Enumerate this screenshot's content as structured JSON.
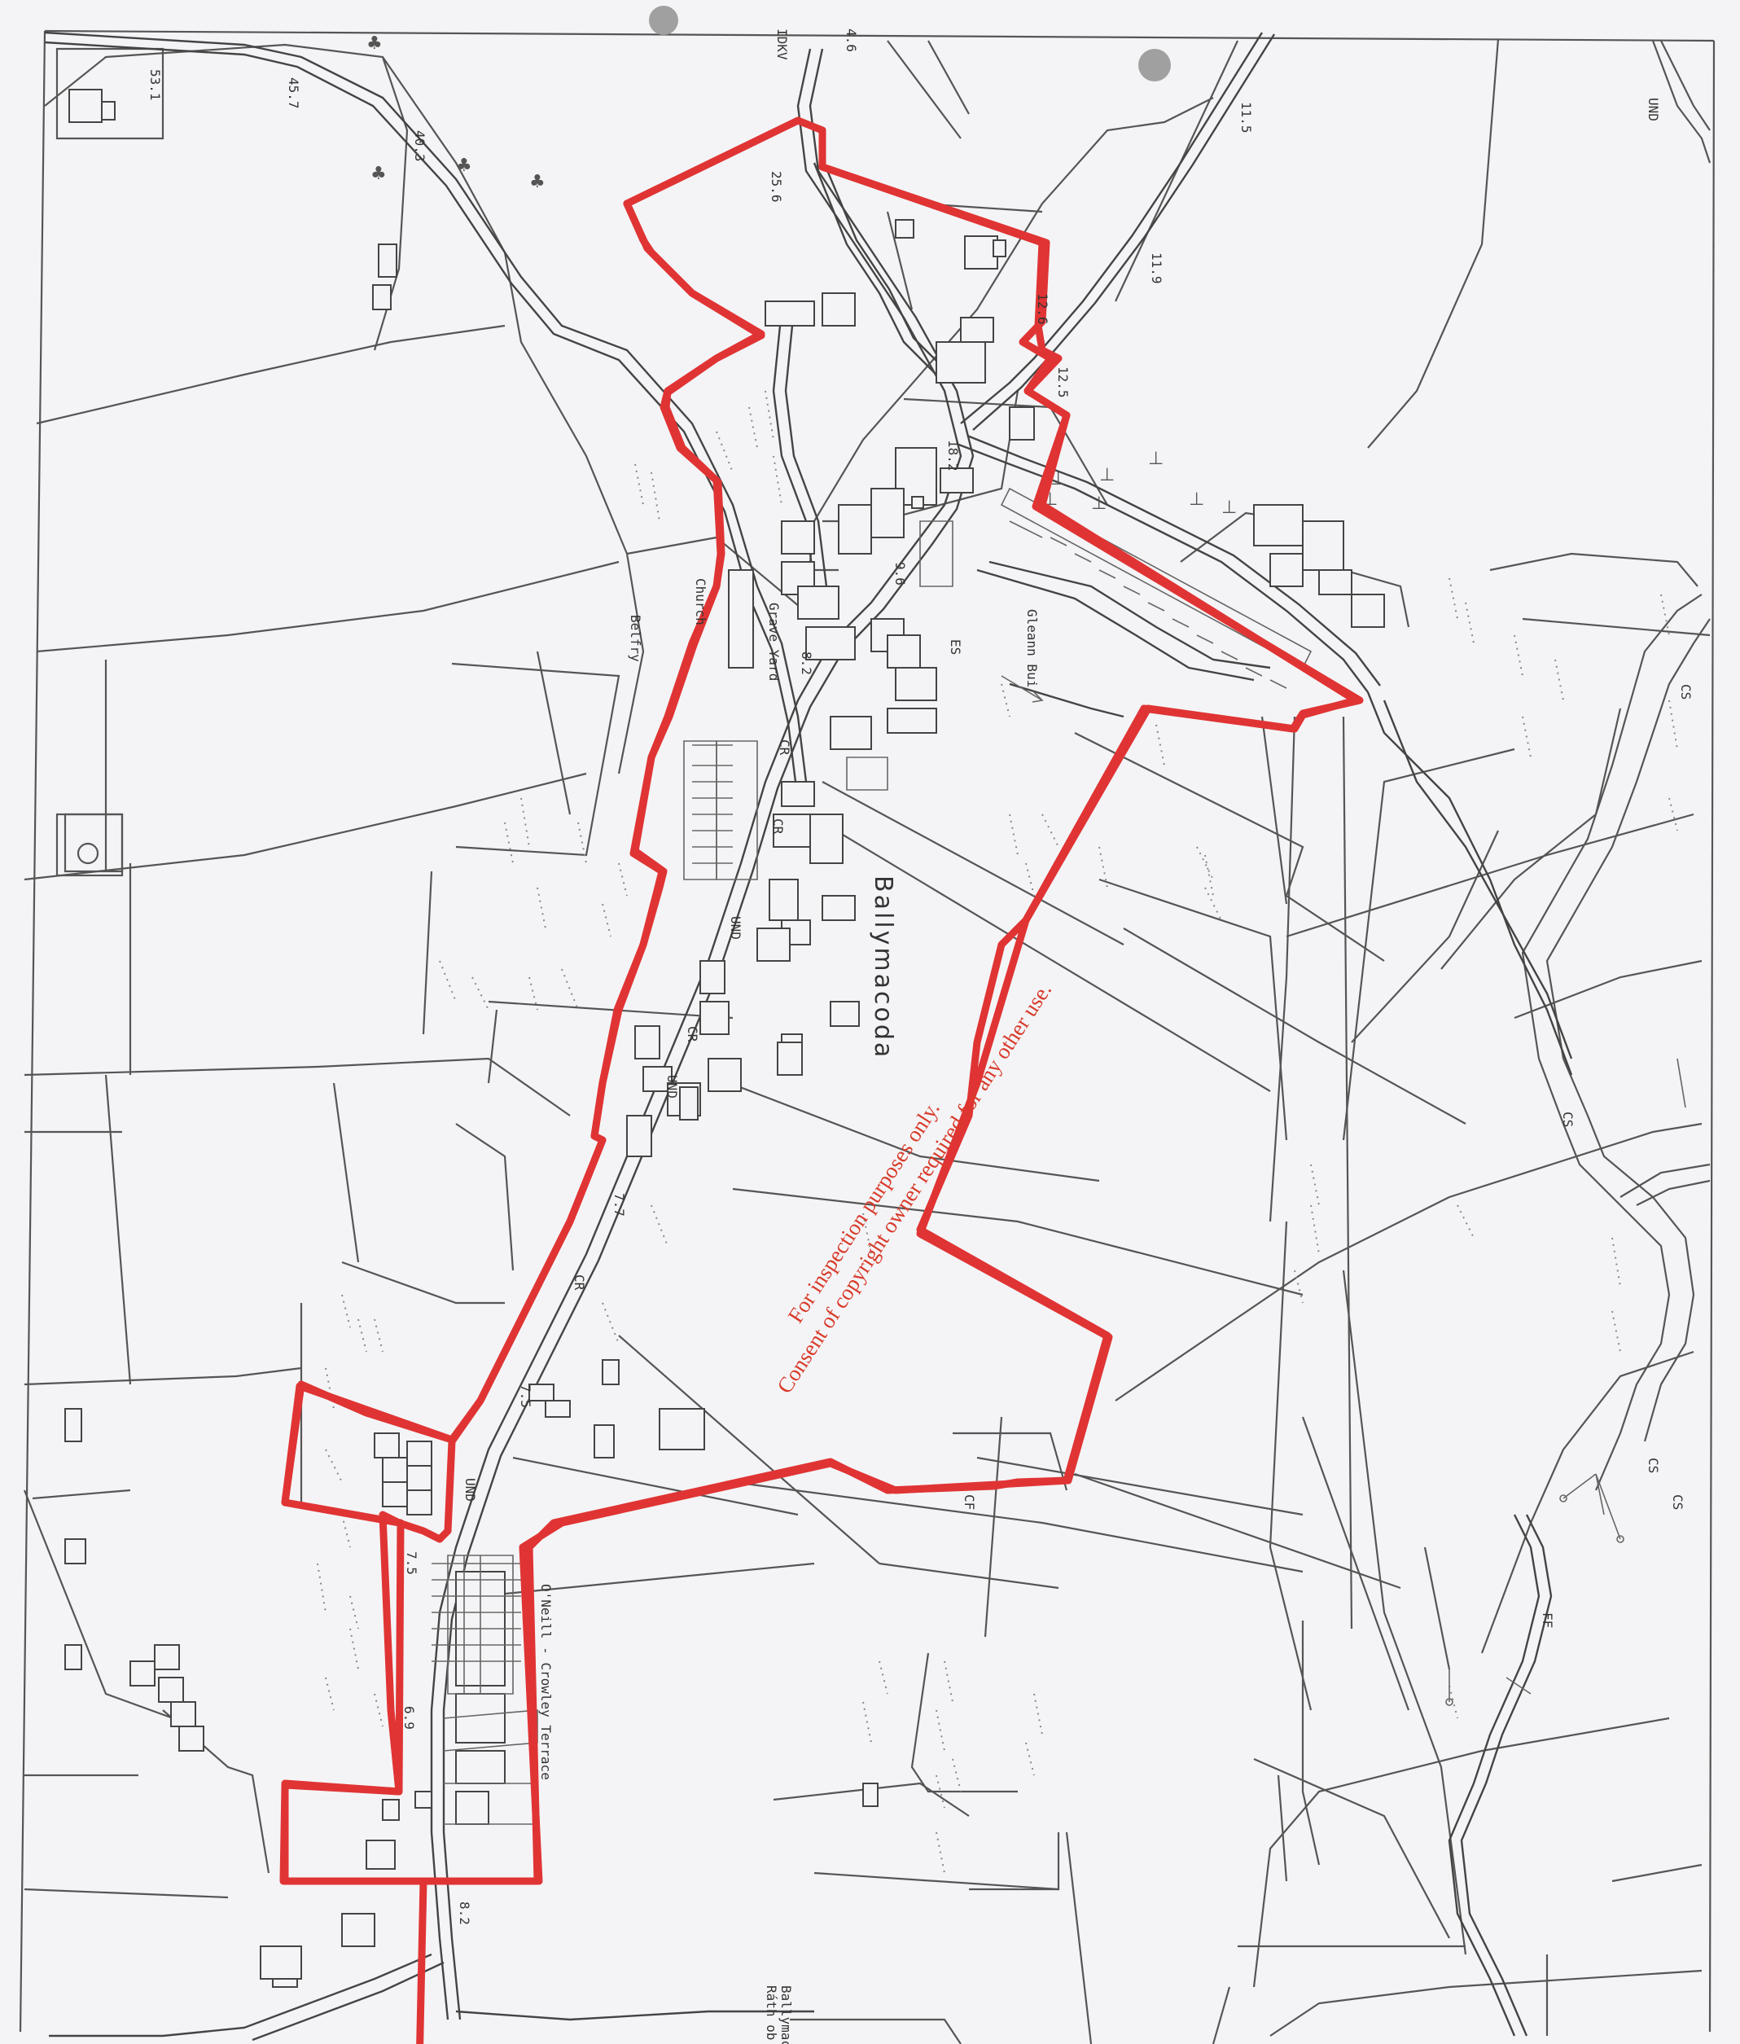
{
  "map": {
    "place_name": "Ballymacoda",
    "labels": {
      "church": "Church",
      "grave_yard": "Grave Yard",
      "belfry": "Belfry",
      "gleann_bui": "Gleann Bui",
      "terrace": "O'Neill - Crowley Terrace",
      "bottom_corner": "Ballymac",
      "bottom_corner_2": "Ráth ob"
    },
    "spot_heights": [
      "53.1",
      "45.7",
      "40.3",
      "25.6",
      "12.6",
      "12.5",
      "11.5",
      "11.9",
      "18.2",
      "9.6",
      "8.2",
      "7.7",
      "7.5",
      "7.5",
      "6.9",
      "8.2",
      "4.6"
    ],
    "boundary_codes": [
      "UND",
      "CR",
      "UND",
      "CR",
      "UND",
      "CR",
      "CR",
      "CS",
      "CS",
      "CS",
      "CS",
      "CF",
      "FF",
      "UND",
      "ES",
      "IDKV"
    ],
    "notice_line_1": "For inspection purposes only.",
    "notice_line_2": "Consent of copyright owner required for any other use.",
    "boundary_color": "#e03434",
    "notice_color": "#d83a2a"
  }
}
